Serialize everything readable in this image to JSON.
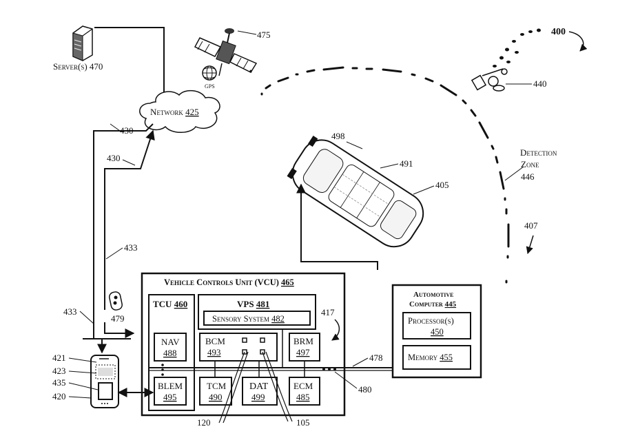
{
  "figure": {
    "number": "400",
    "server": {
      "label": "Server(s) 470"
    },
    "satellite": {
      "ref": "475",
      "gps_label": "GPS"
    },
    "network": {
      "label": "Network",
      "ref": "425"
    },
    "links": {
      "a": "430",
      "b": "430",
      "c": "433",
      "d": "433"
    },
    "detection_zone": {
      "line1": "Detection",
      "line2": "Zone",
      "ref": "446"
    },
    "user_ref": "440",
    "vehicle": {
      "ref": "405",
      "r498": "498",
      "r491": "491"
    },
    "arrow_407": "407",
    "vcu": {
      "title": "Vehicle Controls Unit (VCU)",
      "ref": "465"
    },
    "tcu": {
      "label": "TCU",
      "ref": "460"
    },
    "vps": {
      "label": "VPS",
      "ref": "481",
      "sensory": "Sensory System",
      "sensory_ref": "482"
    },
    "nav": {
      "label": "NAV",
      "ref": "488"
    },
    "blem": {
      "label": "BLEM",
      "ref": "495"
    },
    "bcm": {
      "label": "BCM",
      "ref": "493"
    },
    "brm": {
      "label": "BRM",
      "ref": "497"
    },
    "tcm": {
      "label": "TCM",
      "ref": "490"
    },
    "dat": {
      "label": "DAT",
      "ref": "499"
    },
    "ecm": {
      "label": "ECM",
      "ref": "485"
    },
    "ref_417": "417",
    "ref_478": "478",
    "ref_480": "480",
    "ref_479": "479",
    "ref_120": "120",
    "ref_105": "105",
    "computer": {
      "line1": "Automotive",
      "line2": "Computer",
      "ref": "445"
    },
    "processor": {
      "line1": "Processor(s)",
      "ref": "450"
    },
    "memory": {
      "label": "Memory",
      "ref": "455"
    },
    "phone": {
      "r421": "421",
      "r423": "423",
      "r435": "435",
      "r420": "420"
    }
  }
}
